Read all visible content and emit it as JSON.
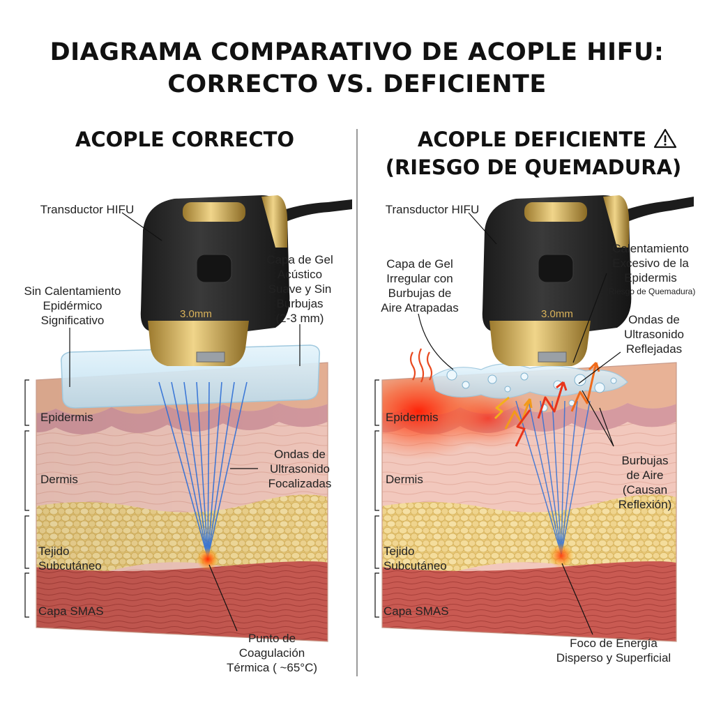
{
  "title": {
    "line1": "DIAGRAMA COMPARATIVO DE ACOPLE HIFU:",
    "line2": "CORRECTO VS. DEFICIENTE"
  },
  "left": {
    "heading": "ACOPLE CORRECTO",
    "transducer_label": "Transductor HIFU",
    "depth_label": "3.0mm",
    "gel_label": [
      "Capa de Gel",
      "Acústico",
      "Suave y Sin",
      "Burbujas",
      "(2-3 mm)"
    ],
    "no_heat_label": [
      "Sin Calentamiento",
      "Epidérmico",
      "Significativo"
    ],
    "waves_label": [
      "Ondas de",
      "Ultrasonido",
      "Focalizadas"
    ],
    "focus_label": [
      "Punto de",
      "Coagulación",
      "Térmica ( ~65°C)"
    ],
    "layers": [
      "Epidermis",
      "Dermis",
      "Tejido|Subcutáneo",
      "Capa SMAS"
    ]
  },
  "right": {
    "heading": "ACOPLE DEFICIENTE",
    "heading_line2": "(RIESGO DE QUEMADURA)",
    "warning_icon": "warning-triangle",
    "transducer_label": "Transductor HIFU",
    "depth_label": "3.0mm",
    "gel_label": [
      "Capa de Gel",
      "Irregular con",
      "Burbujas de",
      "Aire Atrapadas"
    ],
    "heat_label": [
      "Calentamiento",
      "Excesivo de la",
      "Epidermis"
    ],
    "heat_sublabel": "(Riesgo de Quemadura)",
    "reflected_label": [
      "Ondas de",
      "Ultrasonido",
      "Reflejadas"
    ],
    "bubbles_label": [
      "Burbujas",
      "de Aire",
      "(Causan",
      "Reflexión)"
    ],
    "focus_label": [
      "Foco de Energía",
      "Disperso y Superficial"
    ],
    "layers": [
      "Epidermis",
      "Dermis",
      "Tejido|Subcutáneo",
      "Capa SMAS"
    ]
  },
  "colors": {
    "epidermis": "#e9b69a",
    "dermis": "#f1c7bd",
    "fat": "#e9cd84",
    "smas": "#c8564f",
    "gel": "#cfe7f3",
    "transducer_body": "#2a2a2a",
    "gold": "#c9a24a",
    "wave": "#2f6fd6",
    "hot": "#ff3b1f"
  }
}
